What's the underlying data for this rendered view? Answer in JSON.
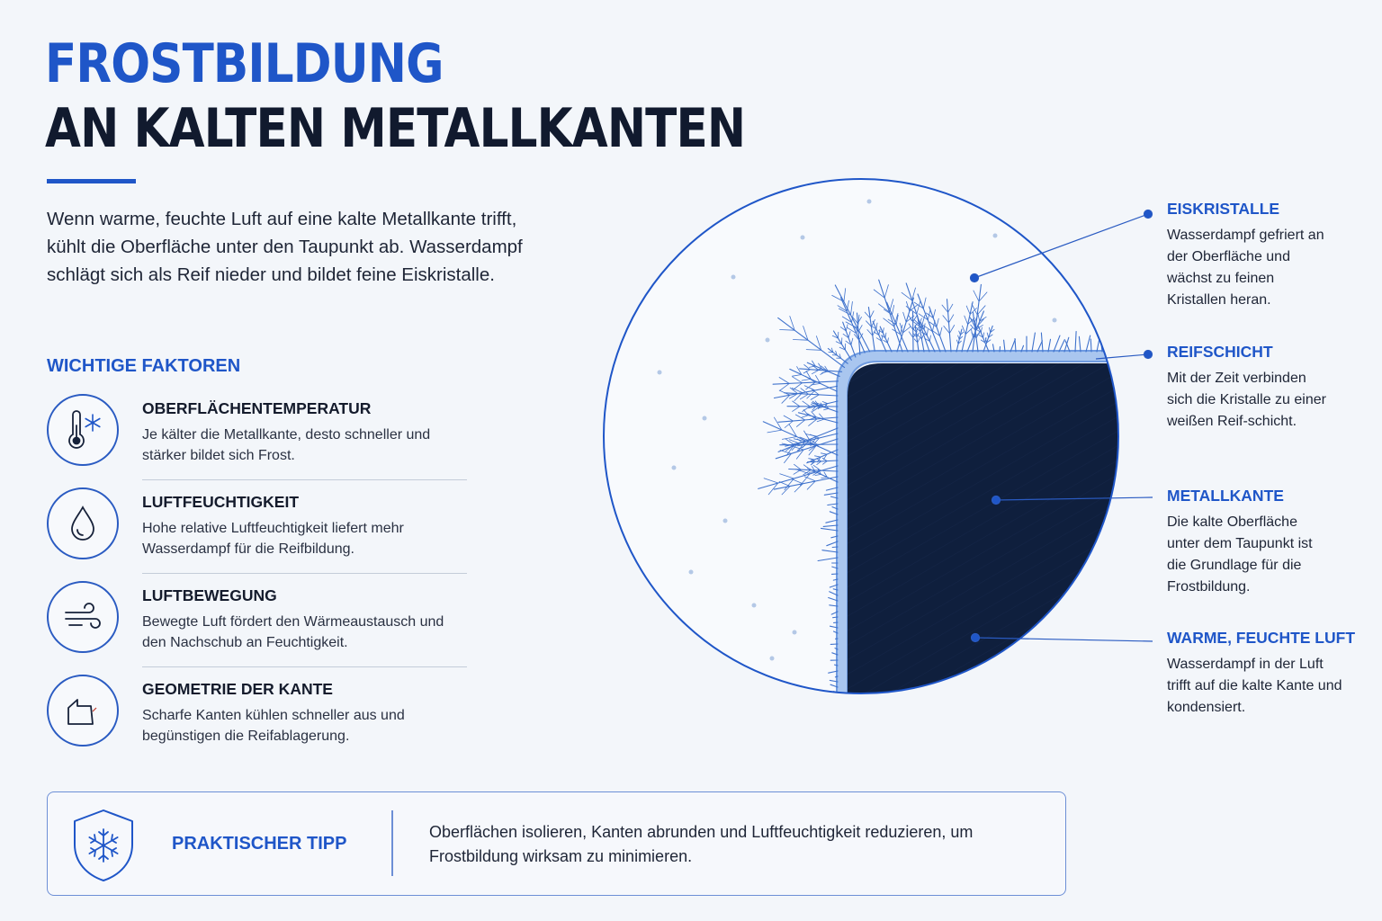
{
  "header": {
    "title_line1": "FROSTBILDUNG",
    "title_line2": "AN KALTEN METALLKANTEN",
    "intro": "Wenn warme, feuchte Luft auf eine kalte Metallkante trifft, kühlt die Oberfläche unter den Taupunkt ab. Wasserdampf schlägt sich als Reif nieder und bildet feine Eiskristalle."
  },
  "factors": {
    "heading": "WICHTIGE FAKTOREN",
    "items": [
      {
        "icon": "thermometer-snowflake-icon",
        "title": "OBERFLÄCHENTEMPERATUR",
        "description": "Je kälter die Metallkante, desto schneller und stärker bildet sich Frost."
      },
      {
        "icon": "water-drop-icon",
        "title": "LUFTFEUCHTIGKEIT",
        "description": "Hohe relative Luftfeuchtigkeit liefert mehr Wasserdampf für die Reifbildung."
      },
      {
        "icon": "wind-icon",
        "title": "LUFTBEWEGUNG",
        "description": "Bewegte Luft fördert den Wärmeaustausch und den Nachschub an Feuchtigkeit."
      },
      {
        "icon": "edge-geometry-icon",
        "title": "GEOMETRIE DER KANTE",
        "description": "Scharfe Kanten kühlen schneller aus und begünstigen die Reifablagerung."
      }
    ]
  },
  "diagram": {
    "labels": [
      {
        "title": "EISKRISTALLE",
        "description": "Wasserdampf gefriert an der Oberfläche und wächst zu feinen Kristallen heran."
      },
      {
        "title": "REIFSCHICHT",
        "description": "Mit der Zeit verbinden sich die Kristalle zu einer weißen Reif-schicht."
      },
      {
        "title": "METALLKANTE",
        "description": "Die kalte Oberfläche unter dem Taupunkt ist die Grundlage für die Frostbildung."
      },
      {
        "title": "WARME, FEUCHTE LUFT",
        "description": "Wasserdampf in der Luft trifft auf die kalte Kante und kondensiert."
      }
    ]
  },
  "tip": {
    "icon": "shield-snowflake-icon",
    "title": "PRAKTISCHER TIPP",
    "text": "Oberflächen isolieren, Kanten abrunden und Luftfeuchtigkeit reduzieren, um Frostbildung wirksam zu minimieren."
  },
  "colors": {
    "accent": "#1f56c8",
    "metal": "#0f1f3d",
    "background": "#f3f6fa",
    "frost": "#5b8ee0"
  }
}
